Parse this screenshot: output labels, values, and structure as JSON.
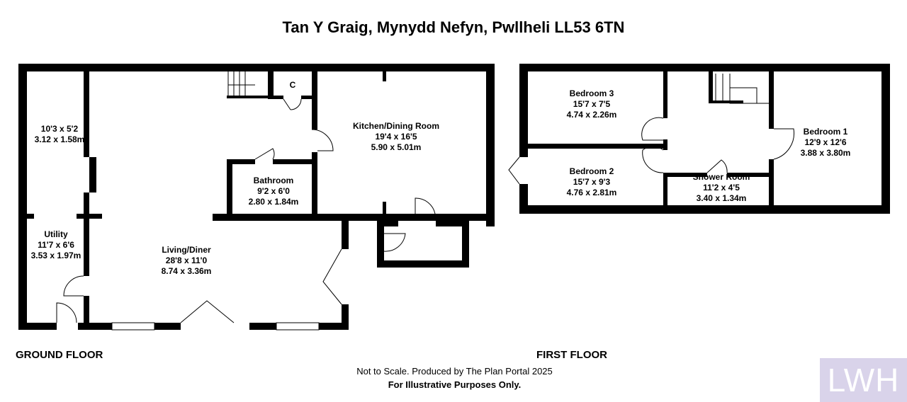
{
  "title": "Tan Y Graig, Mynydd Nefyn, Pwllheli LL53 6TN",
  "ground_floor": {
    "label": "GROUND FLOOR",
    "rooms": [
      {
        "name": "",
        "imperial": "10'3 x 5'2",
        "metric": "3.12 x 1.58m"
      },
      {
        "name": "Utility",
        "imperial": "11'7 x 6'6",
        "metric": "3.53 x 1.97m"
      },
      {
        "name": "Living/Diner",
        "imperial": "28'8 x 11'0",
        "metric": "8.74 x 3.36m"
      },
      {
        "name": "Bathroom",
        "imperial": "9'2 x 6'0",
        "metric": "2.80 x 1.84m"
      },
      {
        "name": "Kitchen/Dining Room",
        "imperial": "19'4 x 16'5",
        "metric": "5.90 x 5.01m"
      }
    ],
    "cupboard": "C"
  },
  "first_floor": {
    "label": "FIRST FLOOR",
    "rooms": [
      {
        "name": "Bedroom 3",
        "imperial": "15'7 x 7'5",
        "metric": "4.74 x 2.26m"
      },
      {
        "name": "Bedroom 2",
        "imperial": "15'7 x 9'3",
        "metric": "4.76 x 2.81m"
      },
      {
        "name": "Shower Room",
        "imperial": "11'2 x 4'5",
        "metric": "3.40 x 1.34m"
      },
      {
        "name": "Bedroom 1",
        "imperial": "12'9 x 12'6",
        "metric": "3.88 x 3.80m"
      }
    ]
  },
  "footer": {
    "line1": "Not to Scale. Produced by The Plan Portal 2025",
    "line2": "For Illustrative Purposes Only."
  },
  "logo": "LWH",
  "colors": {
    "walls": "#000000",
    "logo_bg": "#d9d3ea"
  }
}
